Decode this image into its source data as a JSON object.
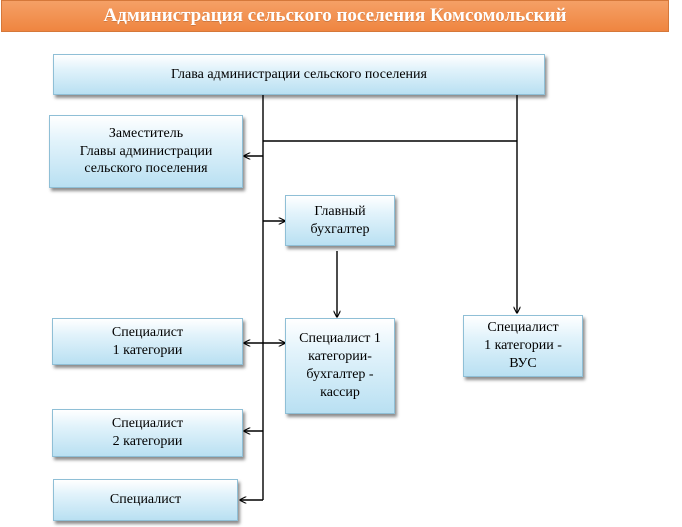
{
  "header": {
    "title": "Администрация сельского поселения Комсомольский"
  },
  "colors": {
    "banner": "#ef8540",
    "box_fill": "#b9e0f2",
    "box_border": "#8fbfd6",
    "connector": "#000000"
  },
  "nodes": {
    "head": "Глава администрации сельского поселения",
    "deputy": "Заместитель\nГлавы администрации\nсельского поселения",
    "chief_accountant": "Главный\nбухгалтер",
    "specialist1": "Специалист\n1 категории",
    "accountant_cashier": "Специалист 1\nкатегории-\nбухгалтер -\nкассир",
    "specialist_vus": "Специалист\n1 категории -\nВУС",
    "specialist2": "Специалист\n2 категории",
    "specialist": "Специалист"
  }
}
